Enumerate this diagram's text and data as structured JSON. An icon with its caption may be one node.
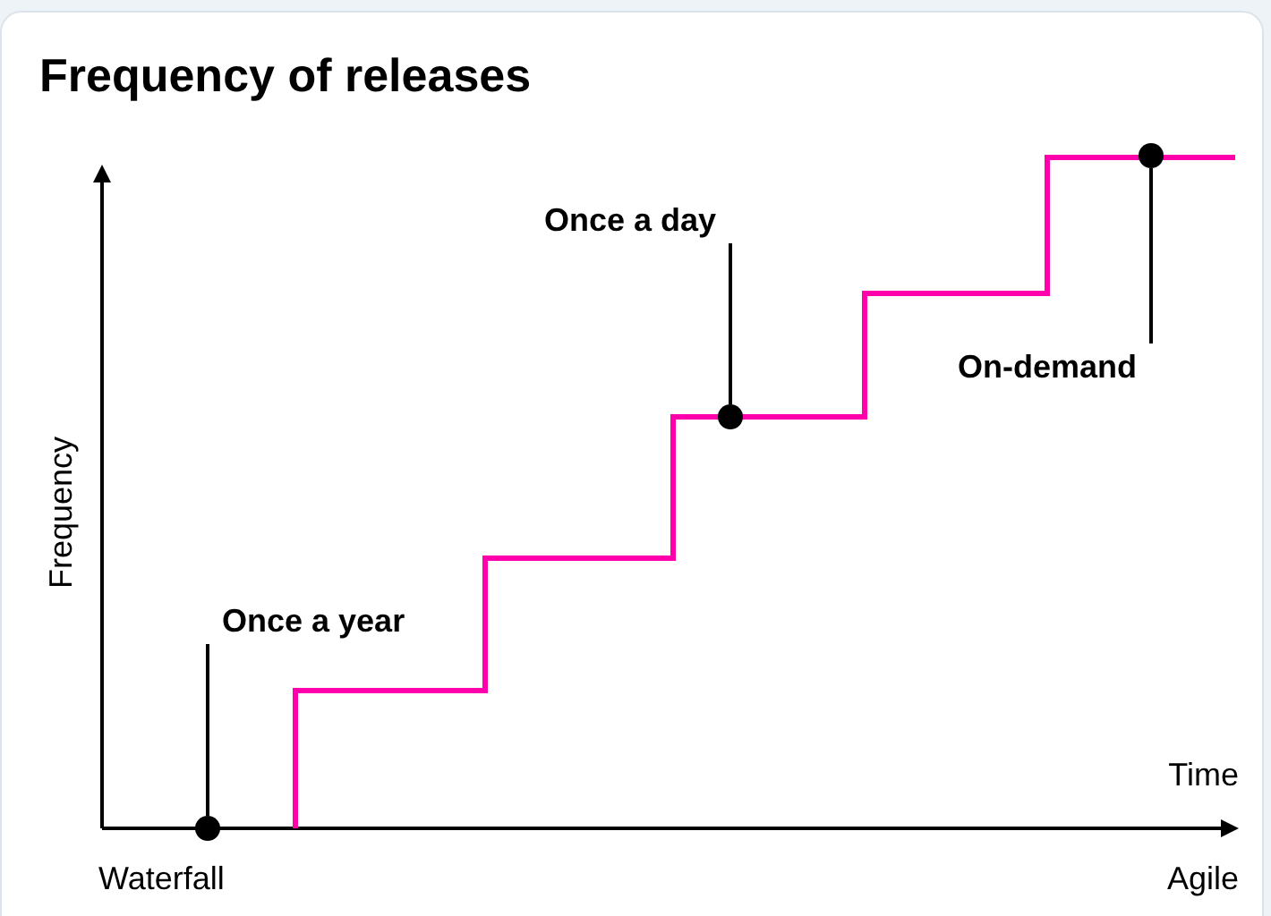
{
  "diagram": {
    "title": "Frequency of releases",
    "nodes": [
      {
        "text": [
          "Once a year"
        ]
      },
      {
        "text": [],
        "shape": "circle"
      },
      {
        "text": [
          "Once a day"
        ]
      },
      {
        "text": [],
        "shape": "circle"
      },
      {
        "text": [
          "On-demand"
        ]
      },
      {
        "text": [],
        "shape": "circle"
      }
    ],
    "edges": [
      {
        "from": 0,
        "to": 1,
        "arrow": "none"
      },
      {
        "from": 2,
        "to": 3,
        "arrow": "none"
      },
      {
        "from": 4,
        "to": 5,
        "arrow": "none"
      }
    ],
    "labels": [
      "Frequency",
      "Time",
      "Waterfall",
      "Agile"
    ]
  }
}
